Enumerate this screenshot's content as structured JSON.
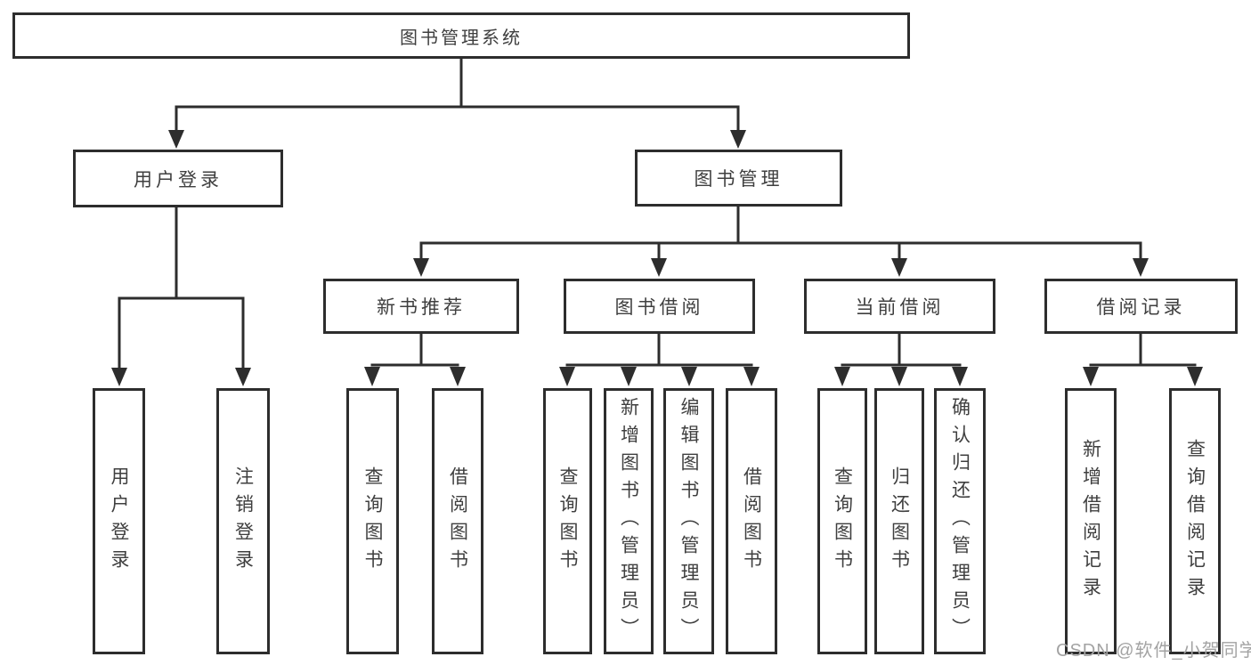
{
  "colors": {
    "line": "#2d2d2d",
    "text": "#3f3f3f",
    "watermark": "#a3a3a3",
    "background": "#ffffff"
  },
  "watermark": {
    "text": "CSDN @软件_小贺同学"
  },
  "tree": {
    "root": {
      "label": "图书管理系统",
      "children": [
        {
          "label": "用户登录",
          "children": [
            {
              "label": "用户登录"
            },
            {
              "label": "注销登录"
            }
          ]
        },
        {
          "label": "图书管理",
          "children": [
            {
              "label": "新书推荐",
              "children": [
                {
                  "label": "查询图书"
                },
                {
                  "label": "借阅图书"
                }
              ]
            },
            {
              "label": "图书借阅",
              "children": [
                {
                  "label": "查询图书"
                },
                {
                  "label": "新增图书（管理员）"
                },
                {
                  "label": "编辑图书（管理员）"
                },
                {
                  "label": "借阅图书"
                }
              ]
            },
            {
              "label": "当前借阅",
              "children": [
                {
                  "label": "查询图书"
                },
                {
                  "label": "归还图书"
                },
                {
                  "label": "确认归还（管理员）"
                }
              ]
            },
            {
              "label": "借阅记录",
              "children": [
                {
                  "label": "新增借阅记录"
                },
                {
                  "label": "查询借阅记录"
                }
              ]
            }
          ]
        }
      ]
    }
  }
}
